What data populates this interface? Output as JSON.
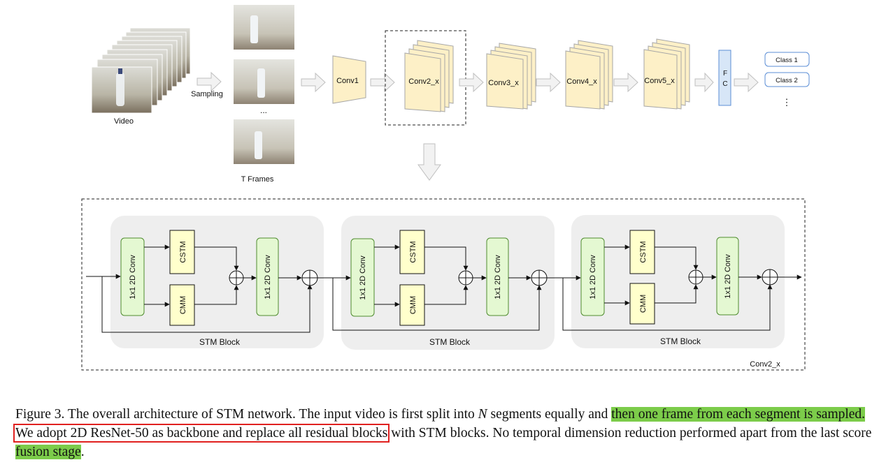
{
  "figure": {
    "video_label": "Video",
    "sampling_label": "Sampling",
    "frames_label": "T Frames",
    "ellipsis": "...",
    "conv1": "Conv1",
    "conv2": "Conv2_x",
    "conv3": "Conv3_x",
    "conv4": "Conv4_x",
    "conv5": "Conv5_x",
    "fc_f": "F",
    "fc_c": "C",
    "class1": "Class 1",
    "class2": "Class 2",
    "class_dots": "⋮",
    "conv_block_label": "1x1 2D Conv",
    "cstm_label": "CSTM",
    "cmm_label": "CMM",
    "stm_block_label": "STM Block",
    "detail_label": "Conv2_x"
  },
  "caption": {
    "p1": "Figure 3. The overall architecture of STM network. The input video is first split into ",
    "n": "N",
    "p2": " segments equally and ",
    "hl1": "then one frame from each segment is sampled.",
    "p3": " ",
    "boxed": "We adopt 2D ResNet-50 as backbone and replace all residual blocks",
    "p4": " with STM blocks.  No temporal dimension reduction performed apart from the last score ",
    "hl2": "fusion stage",
    "p5": "."
  },
  "colors": {
    "conv_fill": "#fdf0c7",
    "conv_stroke": "#a6a6a6",
    "green_fill": "#e4f8d2",
    "green_stroke": "#4f8c2f",
    "yellow_fill": "#ffffcc",
    "block_bg": "#eeeeee",
    "fc_fill": "#d7e6f7",
    "fc_stroke": "#5b8ed6",
    "highlight": "#7ccc4a",
    "box_red": "#e0201f"
  }
}
